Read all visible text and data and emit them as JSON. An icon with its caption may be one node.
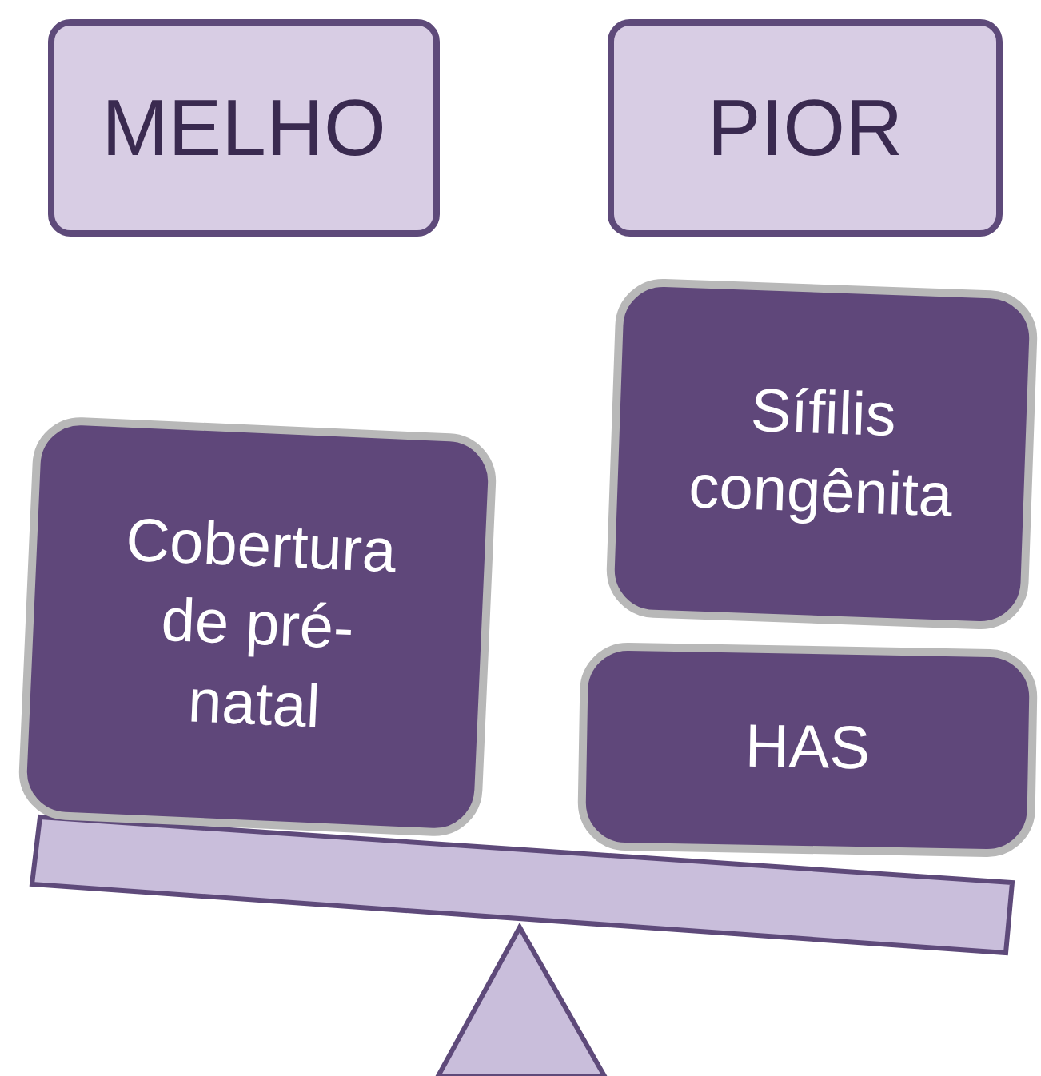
{
  "diagram": {
    "nodes": [
      {
        "text": [
          "MELHO"
        ]
      },
      {
        "text": [
          "PIOR"
        ]
      },
      {
        "text": [
          "Cobertura de pré-natal"
        ]
      },
      {
        "text": [
          "Sífilis congênita"
        ]
      },
      {
        "text": [
          "HAS"
        ]
      }
    ],
    "edges": []
  }
}
